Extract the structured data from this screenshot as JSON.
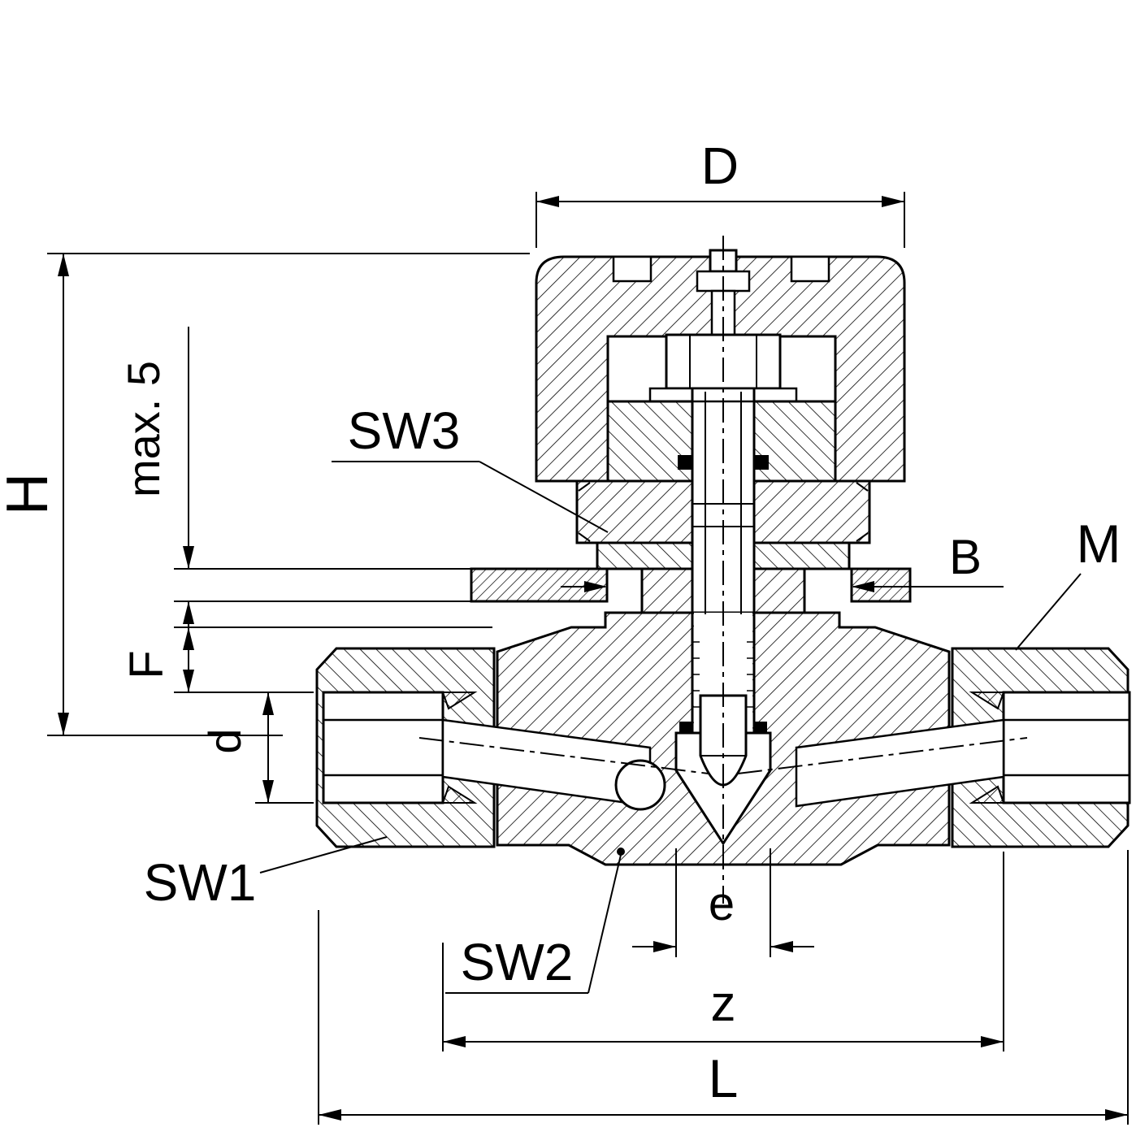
{
  "drawing": {
    "colors": {
      "line": "#000000",
      "background": "#ffffff"
    },
    "dimensions": {
      "D": "D",
      "H": "H",
      "max5": "max. 5",
      "B": "B",
      "M": "M",
      "F": "F",
      "d": "d",
      "e": "e",
      "z": "z",
      "L": "L"
    },
    "callouts": {
      "SW1": "SW1",
      "SW2": "SW2",
      "SW3": "SW3"
    }
  }
}
